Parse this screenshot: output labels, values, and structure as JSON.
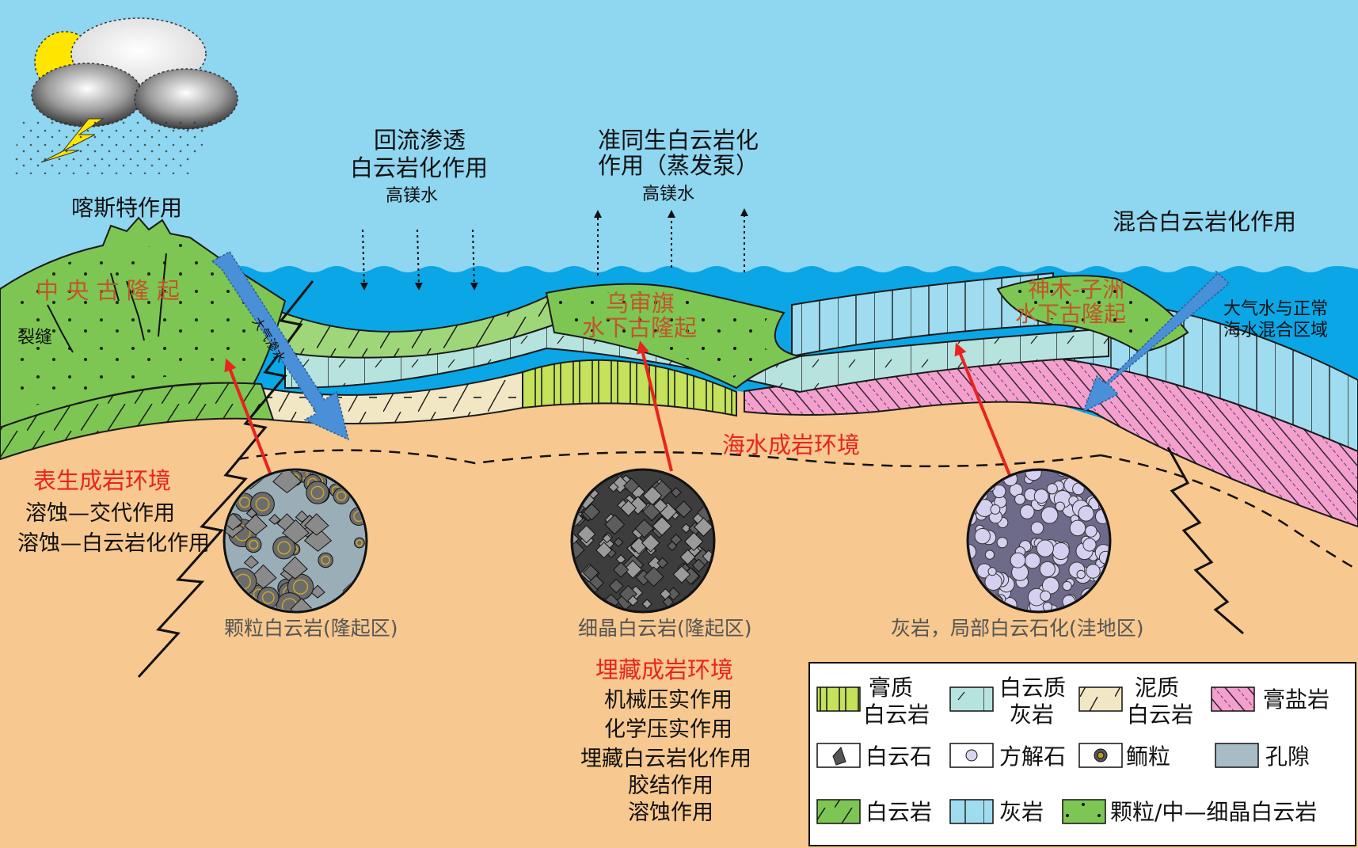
{
  "labels": {
    "karst": "喀斯特作用",
    "reflux_line1": "回流渗透",
    "reflux_line2": "白云岩化作用",
    "reflux_water": "高镁水",
    "penecon_line1": "准同生白云岩化",
    "penecon_line2": "作用（蒸发泵）",
    "penecon_water": "高镁水",
    "mixing": "混合白云岩化作用",
    "central_uplift": "中 央 古 隆 起",
    "fracture": "裂缝",
    "meteoric_seep": "大气渗水",
    "wsq_line1": "乌审旗",
    "wsq_line2": "水下古隆起",
    "smzz_line1": "神木-子洲",
    "smzz_line2": "水下古隆起",
    "mix_zone_line1": "大气水与正常",
    "mix_zone_line2": "海水混合区域",
    "marine_env": "海水成岩环境",
    "epigenetic_env": "表生成岩环境",
    "epigenetic_p1": "溶蚀—交代作用",
    "epigenetic_p2": "溶蚀—白云岩化作用",
    "burial_env": "埋藏成岩环境",
    "burial_p1": "机械压实作用",
    "burial_p2": "化学压实作用",
    "burial_p3": "埋藏白云岩化作用",
    "burial_p4": "胶结作用",
    "burial_p5": "溶蚀作用",
    "thin_section_1": "颗粒白云岩(隆起区)",
    "thin_section_2": "细晶白云岩(隆起区)",
    "thin_section_3": "灰岩，局部白云石化(洼地区)"
  },
  "legend": {
    "gypsum_dolomite_1": "膏质",
    "gypsum_dolomite_2": "白云岩",
    "dolomitic_limestone_1": "白云质",
    "dolomitic_limestone_2": "灰岩",
    "argillaceous_dolomite_1": "泥质",
    "argillaceous_dolomite_2": "白云岩",
    "gypsum_salt": "膏盐岩",
    "dolomite_mineral": "白云石",
    "calcite": "方解石",
    "ooid": "鲕粒",
    "pore": "孔隙",
    "dolomite": "白云岩",
    "limestone": "灰岩",
    "grain_dolomite": "颗粒/中—细晶白云岩"
  },
  "colors": {
    "sky": "#8fd6f0",
    "sea": "#0aa6e6",
    "basement": "#f7c88f",
    "green_dolomite": "#7dc653",
    "limestone": "#9fdcef",
    "dolomitic_limestone": "#b7e3df",
    "argillaceous": "#f1e7c4",
    "gypsum_dolomite": "#c4e25a",
    "gypsum_salt": "#f4a0cf",
    "red_text": "#e8241f",
    "brown_text": "#c0572b",
    "arrow_red": "#e8241f",
    "arrow_blue": "#4a90d9"
  },
  "icons": [
    "sun-icon",
    "storm-cloud-icon",
    "lightning-icon",
    "rain-icon"
  ]
}
